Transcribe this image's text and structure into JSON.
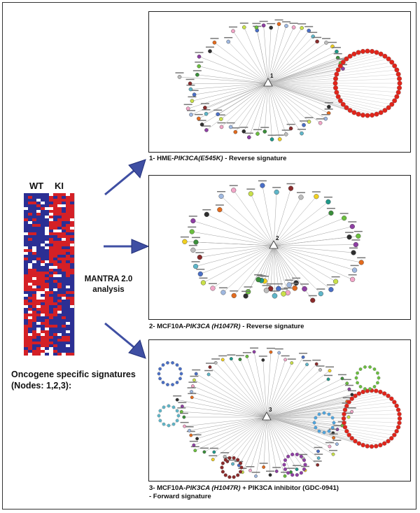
{
  "heatmap": {
    "label_wt": "WT",
    "label_ki": "KI",
    "colors": {
      "red": "#d42026",
      "blue": "#2b2f94",
      "white": "#ffffff"
    }
  },
  "analysis_label_line1": "MANTRA 2.0",
  "analysis_label_line2": "analysis",
  "signatures_label_line1": "Oncogene specific signatures",
  "signatures_label_line2": "(Nodes: 1,2,3):",
  "networks": [
    {
      "node_label": "1",
      "caption_prefix": "1- HME-",
      "caption_italic": "PIK3CA(E545K)",
      "caption_suffix": " - Reverse signature",
      "caption_line2": ""
    },
    {
      "node_label": "2",
      "caption_prefix": "2- MCF10A-",
      "caption_italic": "PIK3CA (H1047R)",
      "caption_suffix": " - Reverse signature",
      "caption_line2": ""
    },
    {
      "node_label": "3",
      "caption_prefix": "3- MCF10A-",
      "caption_italic": "PIK3CA (H1047R)",
      "caption_suffix": " + PIK3CA inhibitor (GDC-0941)",
      "caption_line2": "- Forward signature"
    }
  ],
  "colors": {
    "arrow": "#3f4fa3",
    "edge": "#9a9a9a",
    "cluster_red": "#e1251b",
    "node_palette": [
      "#3a8e3a",
      "#6bbf3f",
      "#8e3fa3",
      "#2f2f2f",
      "#e36b1e",
      "#9fb8e0",
      "#f2a6c8",
      "#c9e04a",
      "#4a6fc7",
      "#5fb6c9",
      "#8b2b2b",
      "#bdbdbd",
      "#f0d020",
      "#1f9a8a"
    ]
  }
}
